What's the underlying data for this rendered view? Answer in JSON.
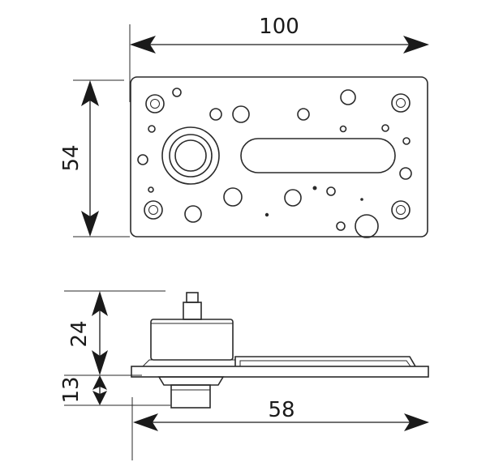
{
  "dimensions": {
    "plate_width": "100",
    "plate_height": "54",
    "body_height": "24",
    "lower_height": "13",
    "base_length": "58"
  }
}
